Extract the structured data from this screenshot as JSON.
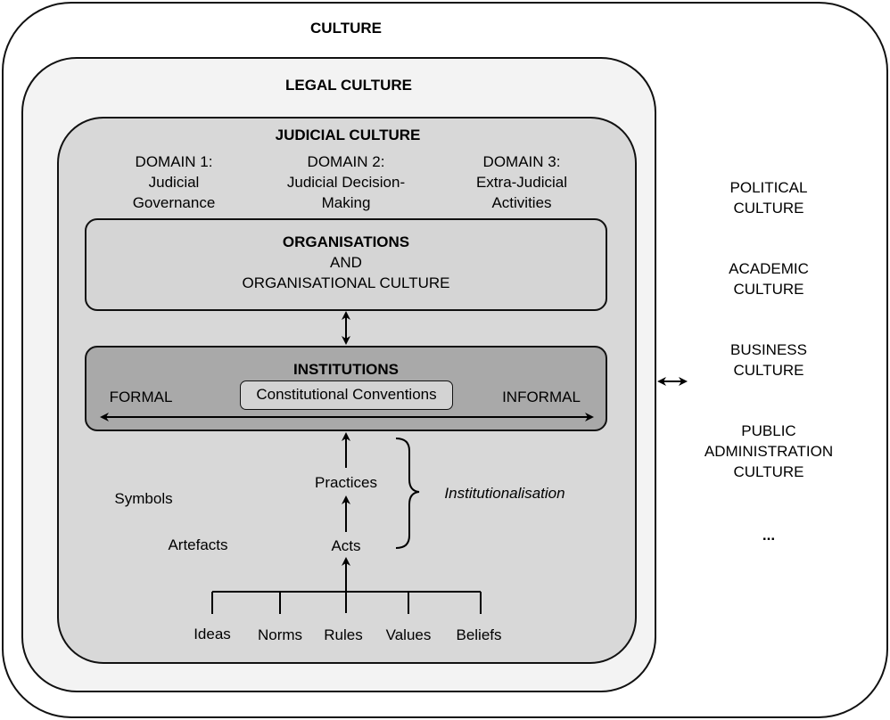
{
  "culture": {
    "title": "CULTURE"
  },
  "legal": {
    "title": "LEGAL CULTURE"
  },
  "judicial": {
    "title": "JUDICIAL CULTURE",
    "domains": [
      {
        "label": "DOMAIN 1:\nJudicial\nGovernance"
      },
      {
        "label": "DOMAIN 2:\nJudicial Decision-\nMaking"
      },
      {
        "label": "DOMAIN 3:\nExtra-Judicial\nActivities"
      }
    ]
  },
  "organisations": {
    "title": "ORGANISATIONS",
    "subtitle": "AND\nORGANISATIONAL CULTURE"
  },
  "institutions": {
    "title": "INSTITUTIONS",
    "center_label": "Constitutional Conventions",
    "left_label": "FORMAL",
    "right_label": "INFORMAL"
  },
  "process": {
    "practices": "Practices",
    "acts": "Acts",
    "institutionalisation": "Institutionalisation",
    "symbols": "Symbols",
    "artefacts": "Artefacts"
  },
  "sources": [
    "Ideas",
    "Norms",
    "Rules",
    "Values",
    "Beliefs"
  ],
  "other_cultures": [
    "POLITICAL\nCULTURE",
    "ACADEMIC\nCULTURE",
    "BUSINESS\nCULTURE",
    "PUBLIC\nADMINISTRATION\nCULTURE",
    "..."
  ]
}
